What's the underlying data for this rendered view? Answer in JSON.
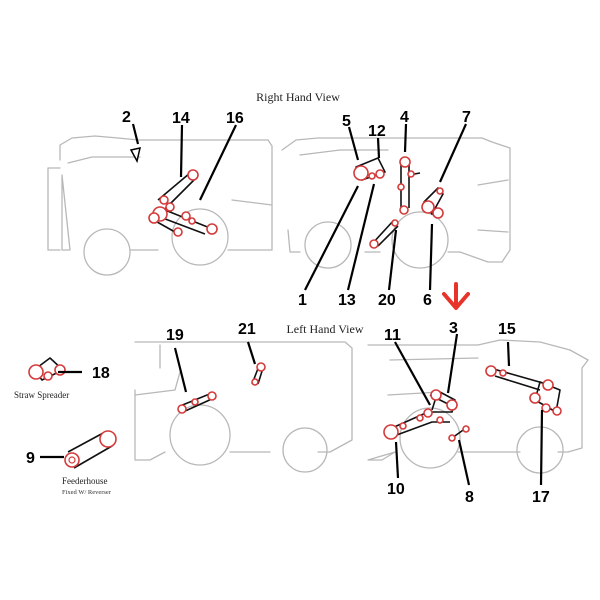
{
  "titles": {
    "right_hand_view": "Right Hand View",
    "left_hand_view": "Left Hand View"
  },
  "captions": {
    "straw_spreader": "Straw Spreader",
    "feederhouse": "Feederhouse",
    "feederhouse_sub": "Fixed W/ Reverser"
  },
  "callouts": [
    "1",
    "2",
    "3",
    "4",
    "5",
    "6",
    "7",
    "8",
    "9",
    "10",
    "11",
    "12",
    "13",
    "14",
    "15",
    "16",
    "17",
    "18",
    "19",
    "20",
    "21"
  ],
  "colors": {
    "pulley": "#d43a3a",
    "belt": "#111111",
    "outline": "#b8b8b8",
    "highlight_arrow": "#e8332a"
  },
  "highlight": {
    "callout": "3",
    "icon": "red-down-arrow-icon"
  }
}
